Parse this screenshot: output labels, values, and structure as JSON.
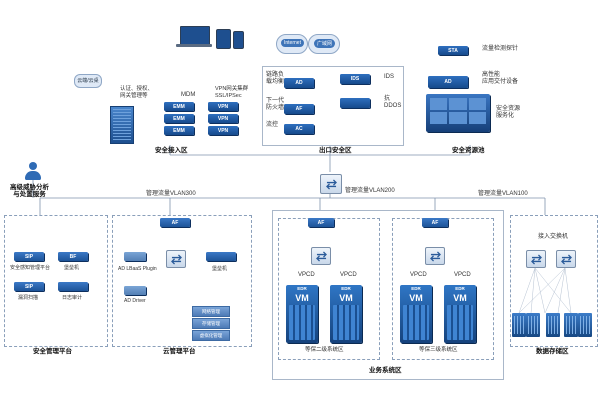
{
  "zones": {
    "secure_access": "安全接入区",
    "egress_security": "出口安全区",
    "security_pool": "安全资源池",
    "security_mgmt_platform": "安全管理平台",
    "cloud_mgmt_platform": "云管理平台",
    "business_system": "业务系统区",
    "data_storage": "数据存储区",
    "level2_system": "等保二级系统区",
    "level3_system": "等保三级系统区"
  },
  "access": {
    "top_left_label": "认证、授权、\n网关管理等",
    "mdm_label": "MDM",
    "vpn_label": "VPN网关集群\nSSL/IPSec",
    "emm": "EMM",
    "vpn": "VPN",
    "badge": "云端/云桌"
  },
  "egress": {
    "internet": "Internet",
    "wan": "广域网",
    "lb_label": "链路负\n载均衡",
    "ad": "AD",
    "ids_dev": "IDS",
    "ids_label": "IDS",
    "ngaf_label": "下一代\n防火墙",
    "af": "AF",
    "ddos_label": "抗\nDDOS",
    "flow_label": "流控",
    "ac": "AC"
  },
  "pool": {
    "sta": "STA",
    "sta_label": "流量检测探针",
    "ad": "AD",
    "app_label": "高性能\n应用交付设备",
    "res_label": "安全资源\n服务化"
  },
  "vlans": {
    "vlan300": "管理流量VLAN300",
    "vlan200": "管理流量VLAN200",
    "vlan100": "管理流量VLAN100"
  },
  "threat": {
    "label": "高级威胁分析\n与处置服务"
  },
  "mgmt": {
    "sip1": "SIP",
    "sip2": "SIP",
    "bf": "BF",
    "log_label": "日志审计",
    "sip_label": "安全感知管理平台",
    "fort_label": "堡垒机",
    "scan_label": "漏洞扫描",
    "audit_label": "日志审计"
  },
  "cloudmgmt": {
    "af": "AF",
    "ad_plugin": "AD LBaaS Plugin",
    "bastion": "堡垒机",
    "ad_driver": "AD Driver",
    "tiles": [
      "网络管理",
      "存储管理",
      "虚拟化管理"
    ]
  },
  "business": {
    "af": "AF",
    "vpcd1": "VPCD",
    "vpcd2": "VPCD",
    "vpcd3": "VPCD",
    "vpcd4": "VPCD",
    "edr": "EDR",
    "vm": "VM"
  },
  "storage": {
    "switch_label": "接入交换机"
  }
}
